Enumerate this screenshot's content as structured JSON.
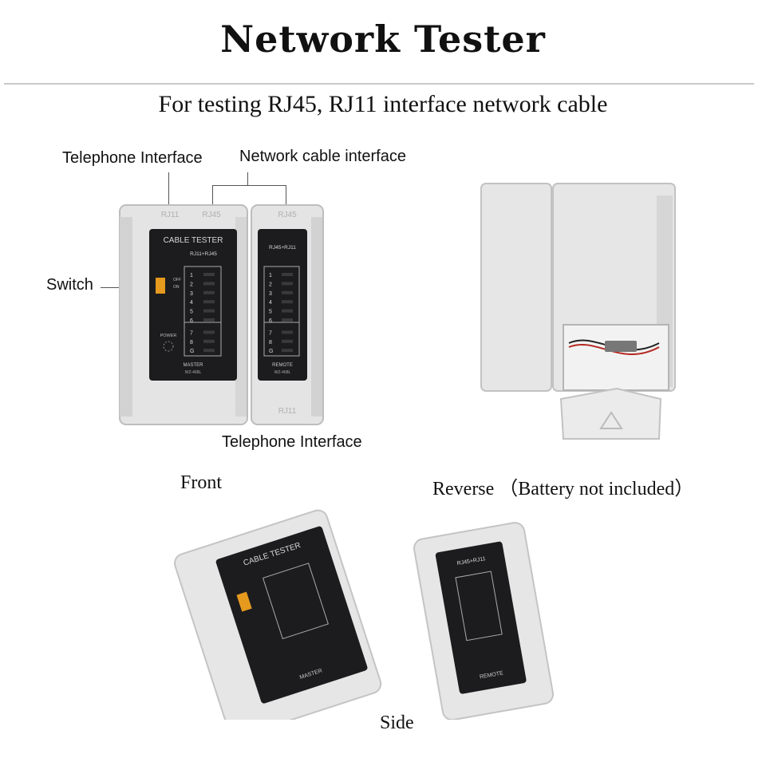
{
  "header": {
    "title": "Network Tester",
    "subtitle": "For testing RJ45, RJ11 interface network cable"
  },
  "callouts": {
    "telephone_interface_top": "Telephone Interface",
    "network_cable_interface": "Network cable interface",
    "switch": "Switch",
    "telephone_interface_bottom": "Telephone Interface"
  },
  "captions": {
    "front": "Front",
    "reverse": "Reverse （Battery not included）",
    "side": "Side"
  },
  "device": {
    "master_panel_title": "CABLE TESTER",
    "master_port_label": "RJ11+RJ45",
    "remote_port_label": "RJ45+RJ11",
    "port_rj11": "RJ11",
    "port_rj45": "RJ45",
    "switch_off": "OFF",
    "switch_on": "ON",
    "power_label": "POWER",
    "master_label": "MASTER",
    "remote_label": "REMOTE",
    "model": "WZ-468L",
    "pins": [
      "1",
      "2",
      "3",
      "4",
      "5",
      "6",
      "7",
      "8",
      "G"
    ]
  },
  "colors": {
    "body": "#e4e4e4",
    "panel": "#1c1c1e",
    "switch": "#e59a1e"
  }
}
